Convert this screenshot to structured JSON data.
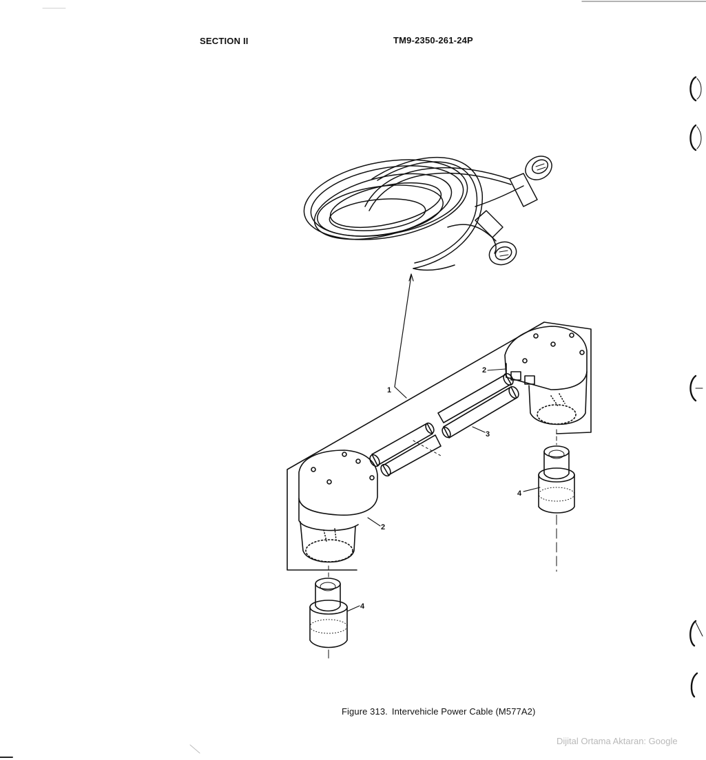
{
  "header": {
    "section": "SECTION II",
    "manual": "TM9-2350-261-24P"
  },
  "figure": {
    "number": "Figure 313.",
    "title": "Intervehicle Power Cable (M577A2)",
    "callouts": [
      "1",
      "2",
      "2",
      "3",
      "4",
      "4"
    ]
  },
  "watermark": "Dijital Ortama Aktaran: Google"
}
